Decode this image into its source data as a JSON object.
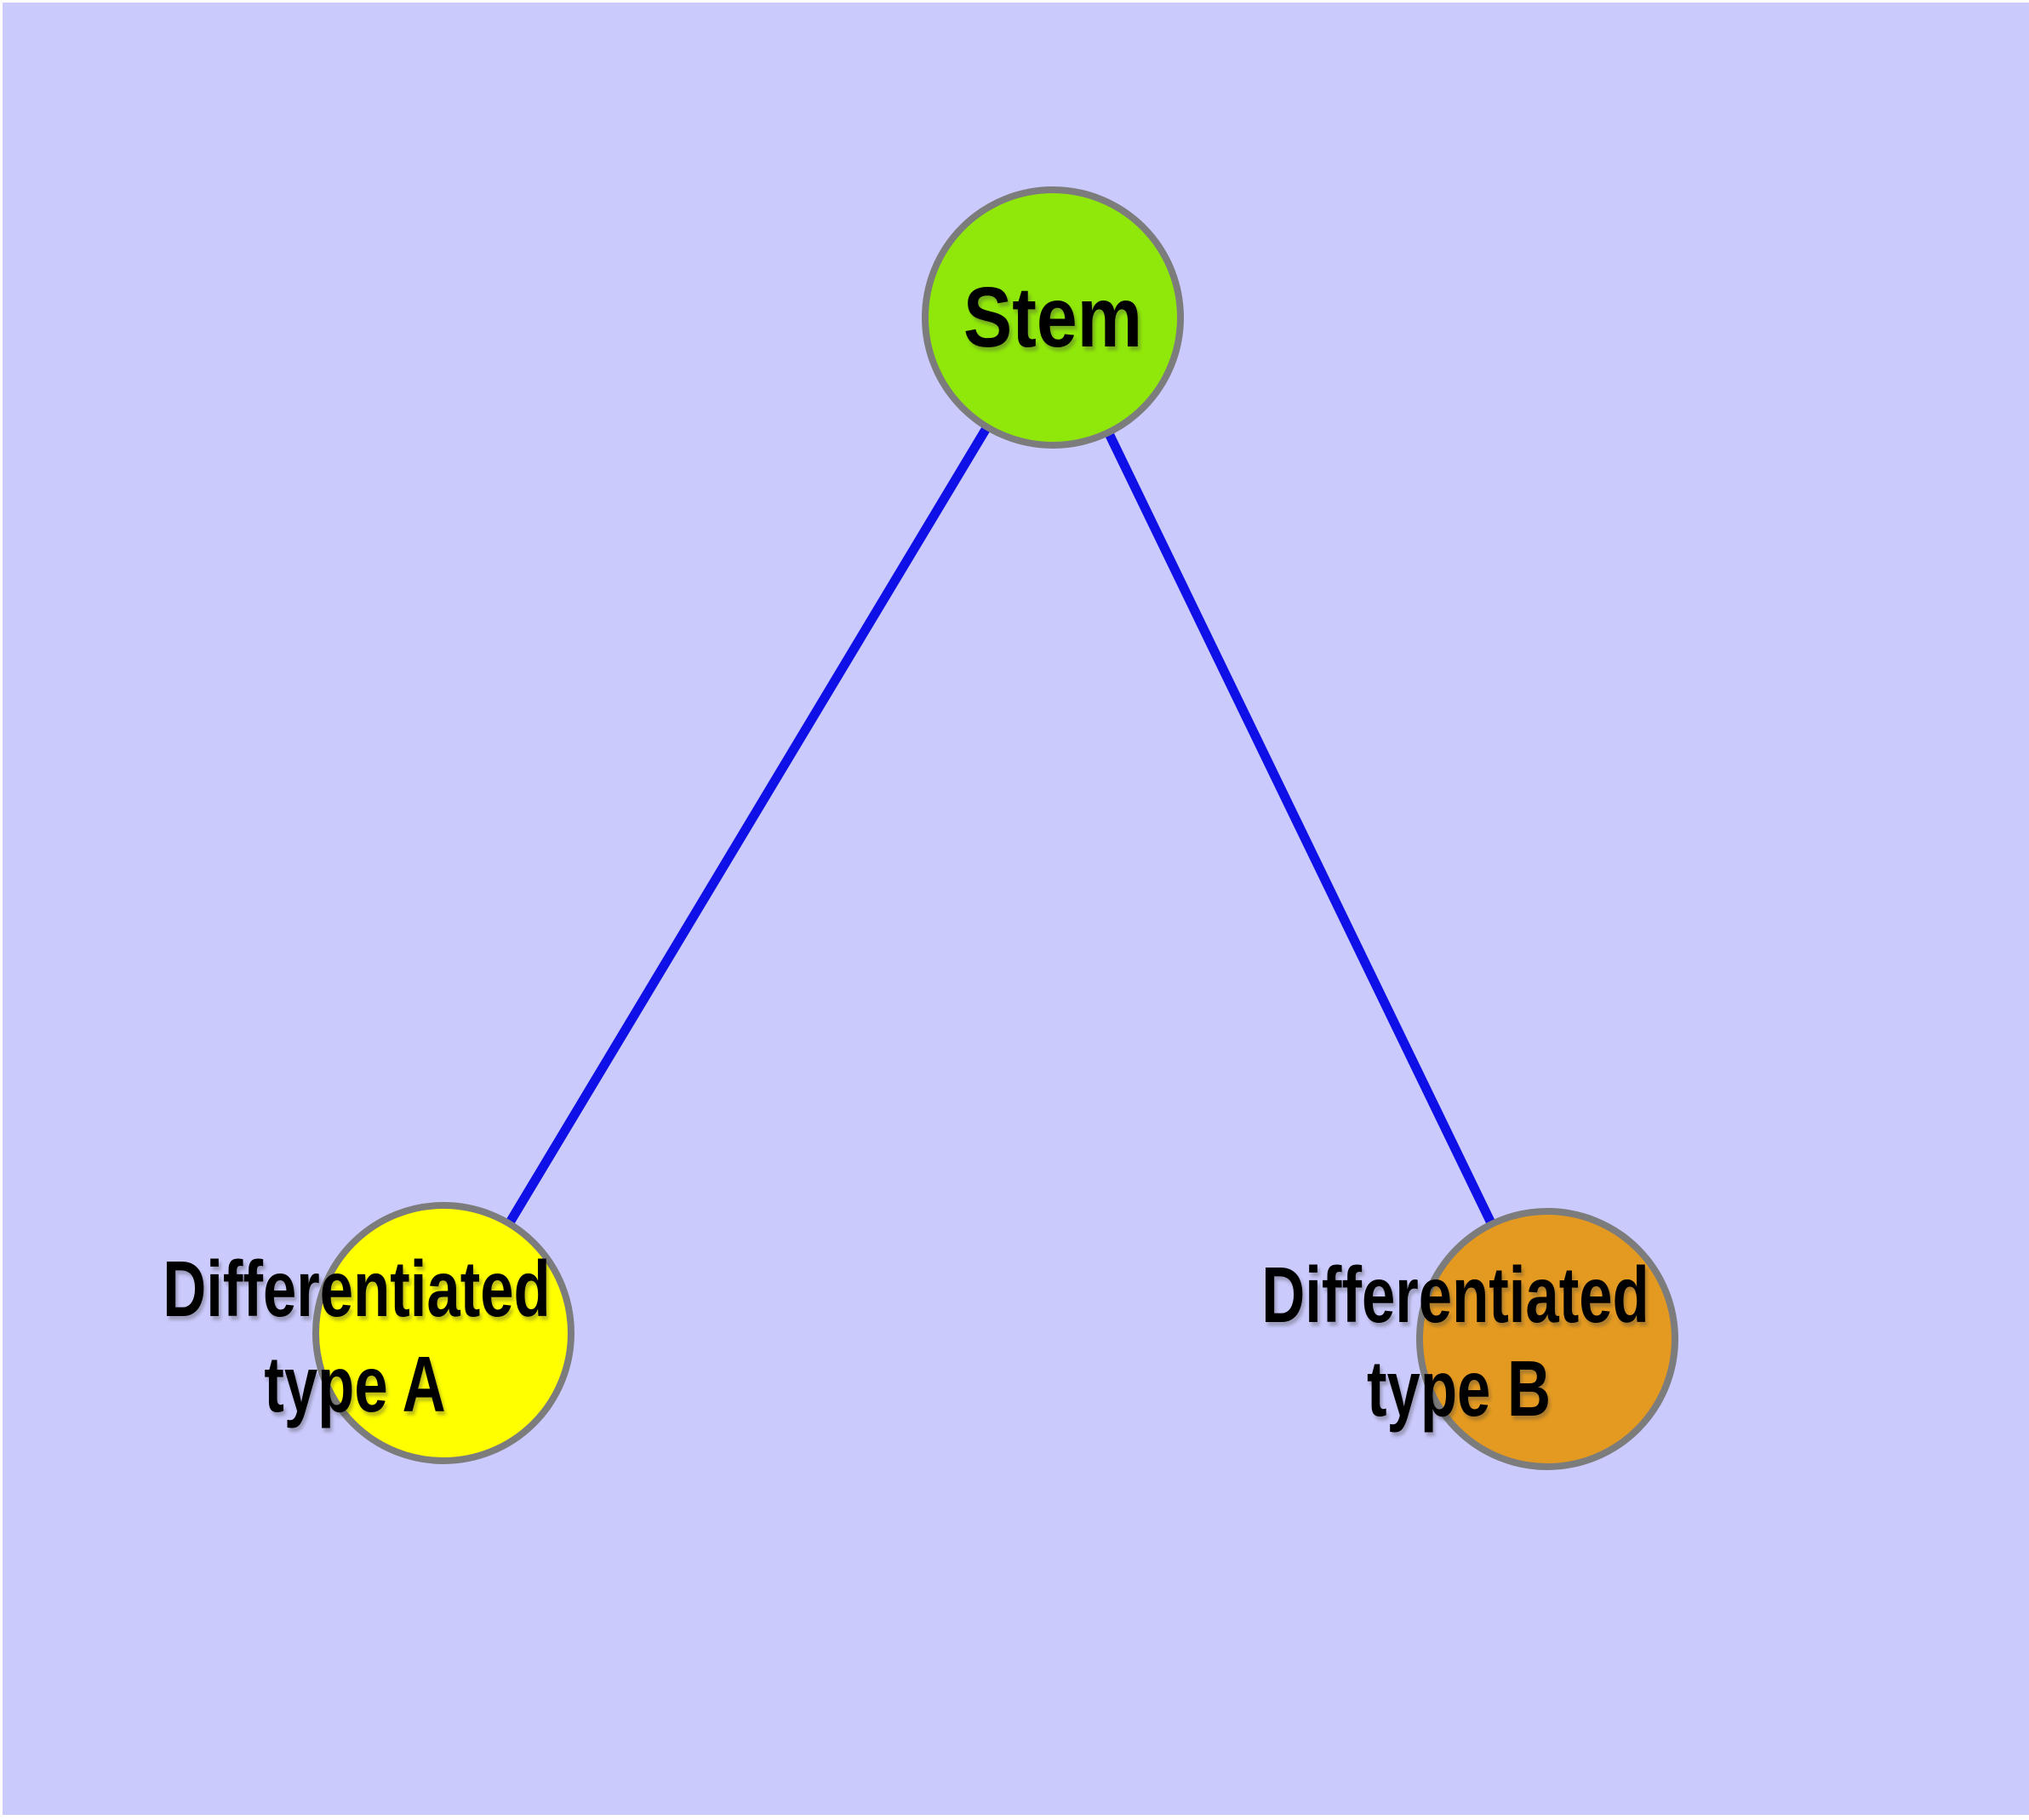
{
  "diagram": {
    "type": "node-link-graph",
    "description": "Stem cell differentiation graph with one root node and two differentiated child nodes",
    "colors": {
      "background": "#CACAFC",
      "margin": "#FFFFFF",
      "edge": "#0F0FE8",
      "node_border": "#7C7C7C",
      "label": "#000000"
    },
    "nodes": [
      {
        "id": "stem",
        "label": "Stem",
        "fill": "#90E80A"
      },
      {
        "id": "differentiated-type-a",
        "label_line1": "Differentiated",
        "label_line2": "type A",
        "fill": "#FFFF00"
      },
      {
        "id": "differentiated-type-b",
        "label_line1": "Differentiated",
        "label_line2": "type B",
        "fill": "#E49A20"
      }
    ],
    "edges": [
      {
        "from": "stem",
        "to": "differentiated-type-a"
      },
      {
        "from": "stem",
        "to": "differentiated-type-b"
      }
    ]
  }
}
